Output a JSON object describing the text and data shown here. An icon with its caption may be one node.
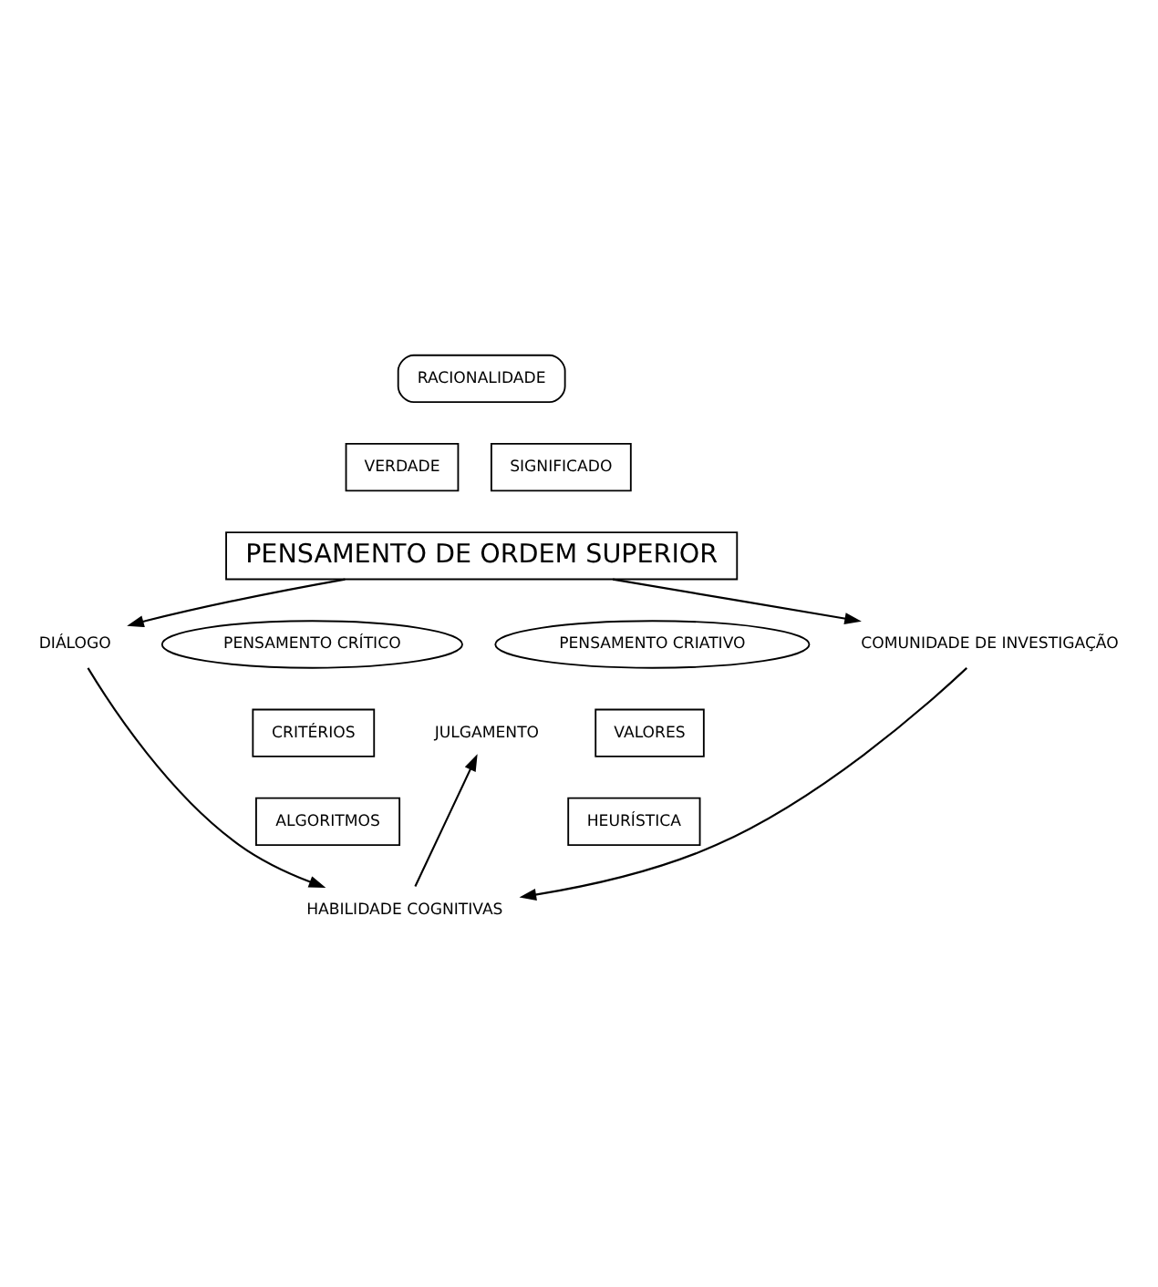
{
  "diagram": {
    "nodes": [
      {
        "text": [
          "RACIONALIDADE"
        ]
      },
      {
        "text": [
          "VERDADE"
        ]
      },
      {
        "text": [
          "SIGNIFICADO"
        ]
      },
      {
        "text": [
          "PENSAMENTO DE ORDEM SUPERIOR"
        ]
      },
      {
        "text": [
          "DIÁLOGO"
        ]
      },
      {
        "text": [
          "PENSAMENTO CRÍTICO"
        ]
      },
      {
        "text": [
          "PENSAMENTO CRIATIVO"
        ]
      },
      {
        "text": [
          "COMUNIDADE DE INVESTIGAÇÃO"
        ]
      },
      {
        "text": [
          "CRITÉRIOS"
        ]
      },
      {
        "text": [
          "JULGAMENTO"
        ]
      },
      {
        "text": [
          "VALORES"
        ]
      },
      {
        "text": [
          "ALGORITMOS"
        ]
      },
      {
        "text": [
          "HEURÍSTICA"
        ]
      },
      {
        "text": [
          "HABILIDADE COGNITIVAS"
        ]
      }
    ],
    "edges": [
      {
        "from": 3,
        "to": 4,
        "arrow": "to"
      },
      {
        "from": 4,
        "to": 13,
        "arrow": "to"
      },
      {
        "from": 3,
        "to": 7,
        "arrow": "to"
      },
      {
        "from": 7,
        "to": 13,
        "arrow": "to"
      },
      {
        "from": 13,
        "to": 9,
        "arrow": "to"
      }
    ]
  }
}
